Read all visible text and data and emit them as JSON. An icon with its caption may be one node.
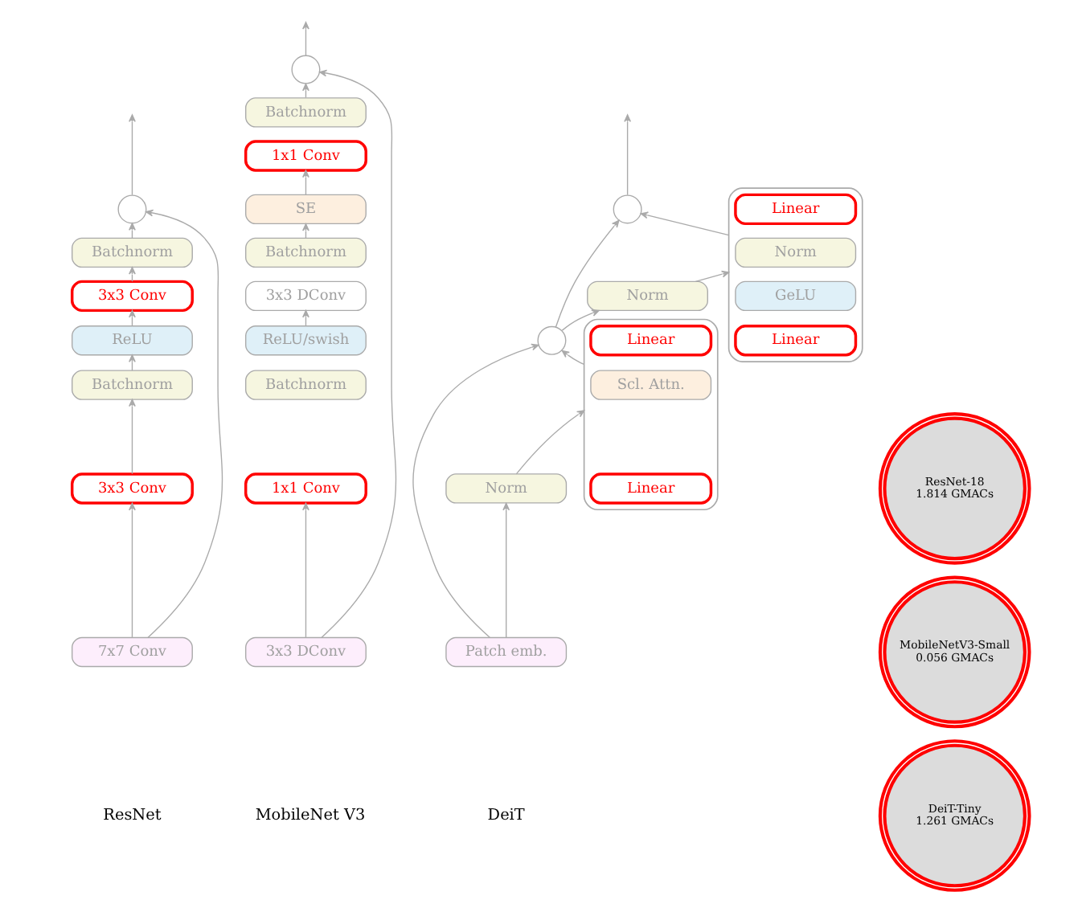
{
  "diagram": {
    "nodes": [
      {
        "text": [
          "7x7 Conv"
        ]
      },
      {
        "text": [
          "3x3 Conv"
        ]
      },
      {
        "text": [
          "Batchnorm"
        ]
      },
      {
        "text": [
          "ReLU"
        ]
      },
      {
        "text": [
          "3x3 Conv"
        ]
      },
      {
        "text": [
          "Batchnorm"
        ]
      },
      {
        "text": [],
        "shape": "circle"
      },
      {
        "text": [
          "3x3 DConv"
        ]
      },
      {
        "text": [
          "1x1 Conv"
        ]
      },
      {
        "text": [
          "Batchnorm"
        ]
      },
      {
        "text": [
          "ReLU/swish"
        ]
      },
      {
        "text": [
          "3x3 DConv"
        ]
      },
      {
        "text": [
          "Batchnorm"
        ]
      },
      {
        "text": [
          "SE"
        ]
      },
      {
        "text": [
          "1x1 Conv"
        ]
      },
      {
        "text": [
          "Batchnorm"
        ]
      },
      {
        "text": [],
        "shape": "circle"
      },
      {
        "text": [
          "Patch emb."
        ]
      },
      {
        "text": [
          "Norm"
        ]
      },
      {
        "text": [],
        "shape": "box"
      },
      {
        "text": [
          "Linear"
        ],
        "in": 19
      },
      {
        "text": [
          "Scl. Attn."
        ],
        "in": 19
      },
      {
        "text": [
          "Linear"
        ],
        "in": 19
      },
      {
        "text": [],
        "shape": "circle"
      },
      {
        "text": [
          "Norm"
        ]
      },
      {
        "text": [],
        "shape": "box"
      },
      {
        "text": [
          "Linear"
        ],
        "in": 25
      },
      {
        "text": [
          "GeLU"
        ],
        "in": 25
      },
      {
        "text": [
          "Norm"
        ],
        "in": 25
      },
      {
        "text": [
          "Linear"
        ],
        "in": 25
      },
      {
        "text": [],
        "shape": "circle"
      },
      {
        "text": [
          "ResNet-18",
          "1.814 GMACs"
        ]
      },
      {
        "text": [
          "MobileNetV3-Small",
          "0.056 GMACs"
        ]
      },
      {
        "text": [
          "DeiT-Tiny",
          "1.261 GMACs"
        ]
      }
    ],
    "edges": [
      {
        "from": 0,
        "to": 1,
        "arrow": "to"
      },
      {
        "from": 1,
        "to": 2,
        "arrow": "to"
      },
      {
        "from": 2,
        "to": 3,
        "arrow": "to"
      },
      {
        "from": 3,
        "to": 4,
        "arrow": "to"
      },
      {
        "from": 4,
        "to": 5,
        "arrow": "to"
      },
      {
        "from": 5,
        "to": 6,
        "arrow": "to"
      },
      {
        "from": 0,
        "to": 6,
        "arrow": "to"
      },
      {
        "from": 6,
        "to": null,
        "arrow": "to"
      },
      {
        "from": 7,
        "to": 8,
        "arrow": "to"
      },
      {
        "from": 10,
        "to": 11,
        "arrow": "to"
      },
      {
        "from": 12,
        "to": 13,
        "arrow": "to"
      },
      {
        "from": 13,
        "to": 14,
        "arrow": "to"
      },
      {
        "from": 15,
        "to": 16,
        "arrow": "to"
      },
      {
        "from": 7,
        "to": 16,
        "arrow": "to"
      },
      {
        "from": 16,
        "to": null,
        "arrow": "to"
      },
      {
        "from": 17,
        "to": 18,
        "arrow": "to"
      },
      {
        "from": 18,
        "to": 19,
        "arrow": "to"
      },
      {
        "from": 19,
        "to": 23,
        "arrow": "to"
      },
      {
        "from": 17,
        "to": 23,
        "arrow": "to"
      },
      {
        "from": 23,
        "to": 24,
        "arrow": "to"
      },
      {
        "from": 24,
        "to": 25,
        "arrow": "to"
      },
      {
        "from": 25,
        "to": 30,
        "arrow": "to"
      },
      {
        "from": 23,
        "to": 30,
        "arrow": "to"
      },
      {
        "from": 30,
        "to": null,
        "arrow": "to"
      }
    ],
    "labels": [
      "ResNet",
      "MobileNet V3",
      "DeiT"
    ]
  }
}
